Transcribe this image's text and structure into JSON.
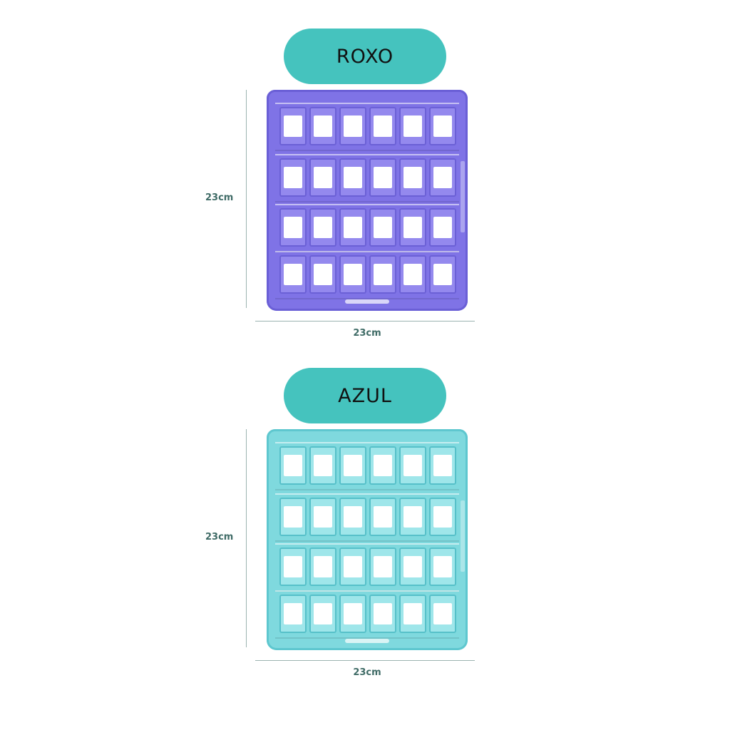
{
  "variants": [
    {
      "color_label": "ROXO",
      "color_hex": "#7f73e6",
      "height_label": "23cm",
      "width_label": "23cm",
      "rows": 4,
      "columns": 6
    },
    {
      "color_label": "AZUL",
      "color_hex": "#7fd9de",
      "height_label": "23cm",
      "width_label": "23cm",
      "rows": 4,
      "columns": 6
    }
  ],
  "accent_color": "#45c3be"
}
